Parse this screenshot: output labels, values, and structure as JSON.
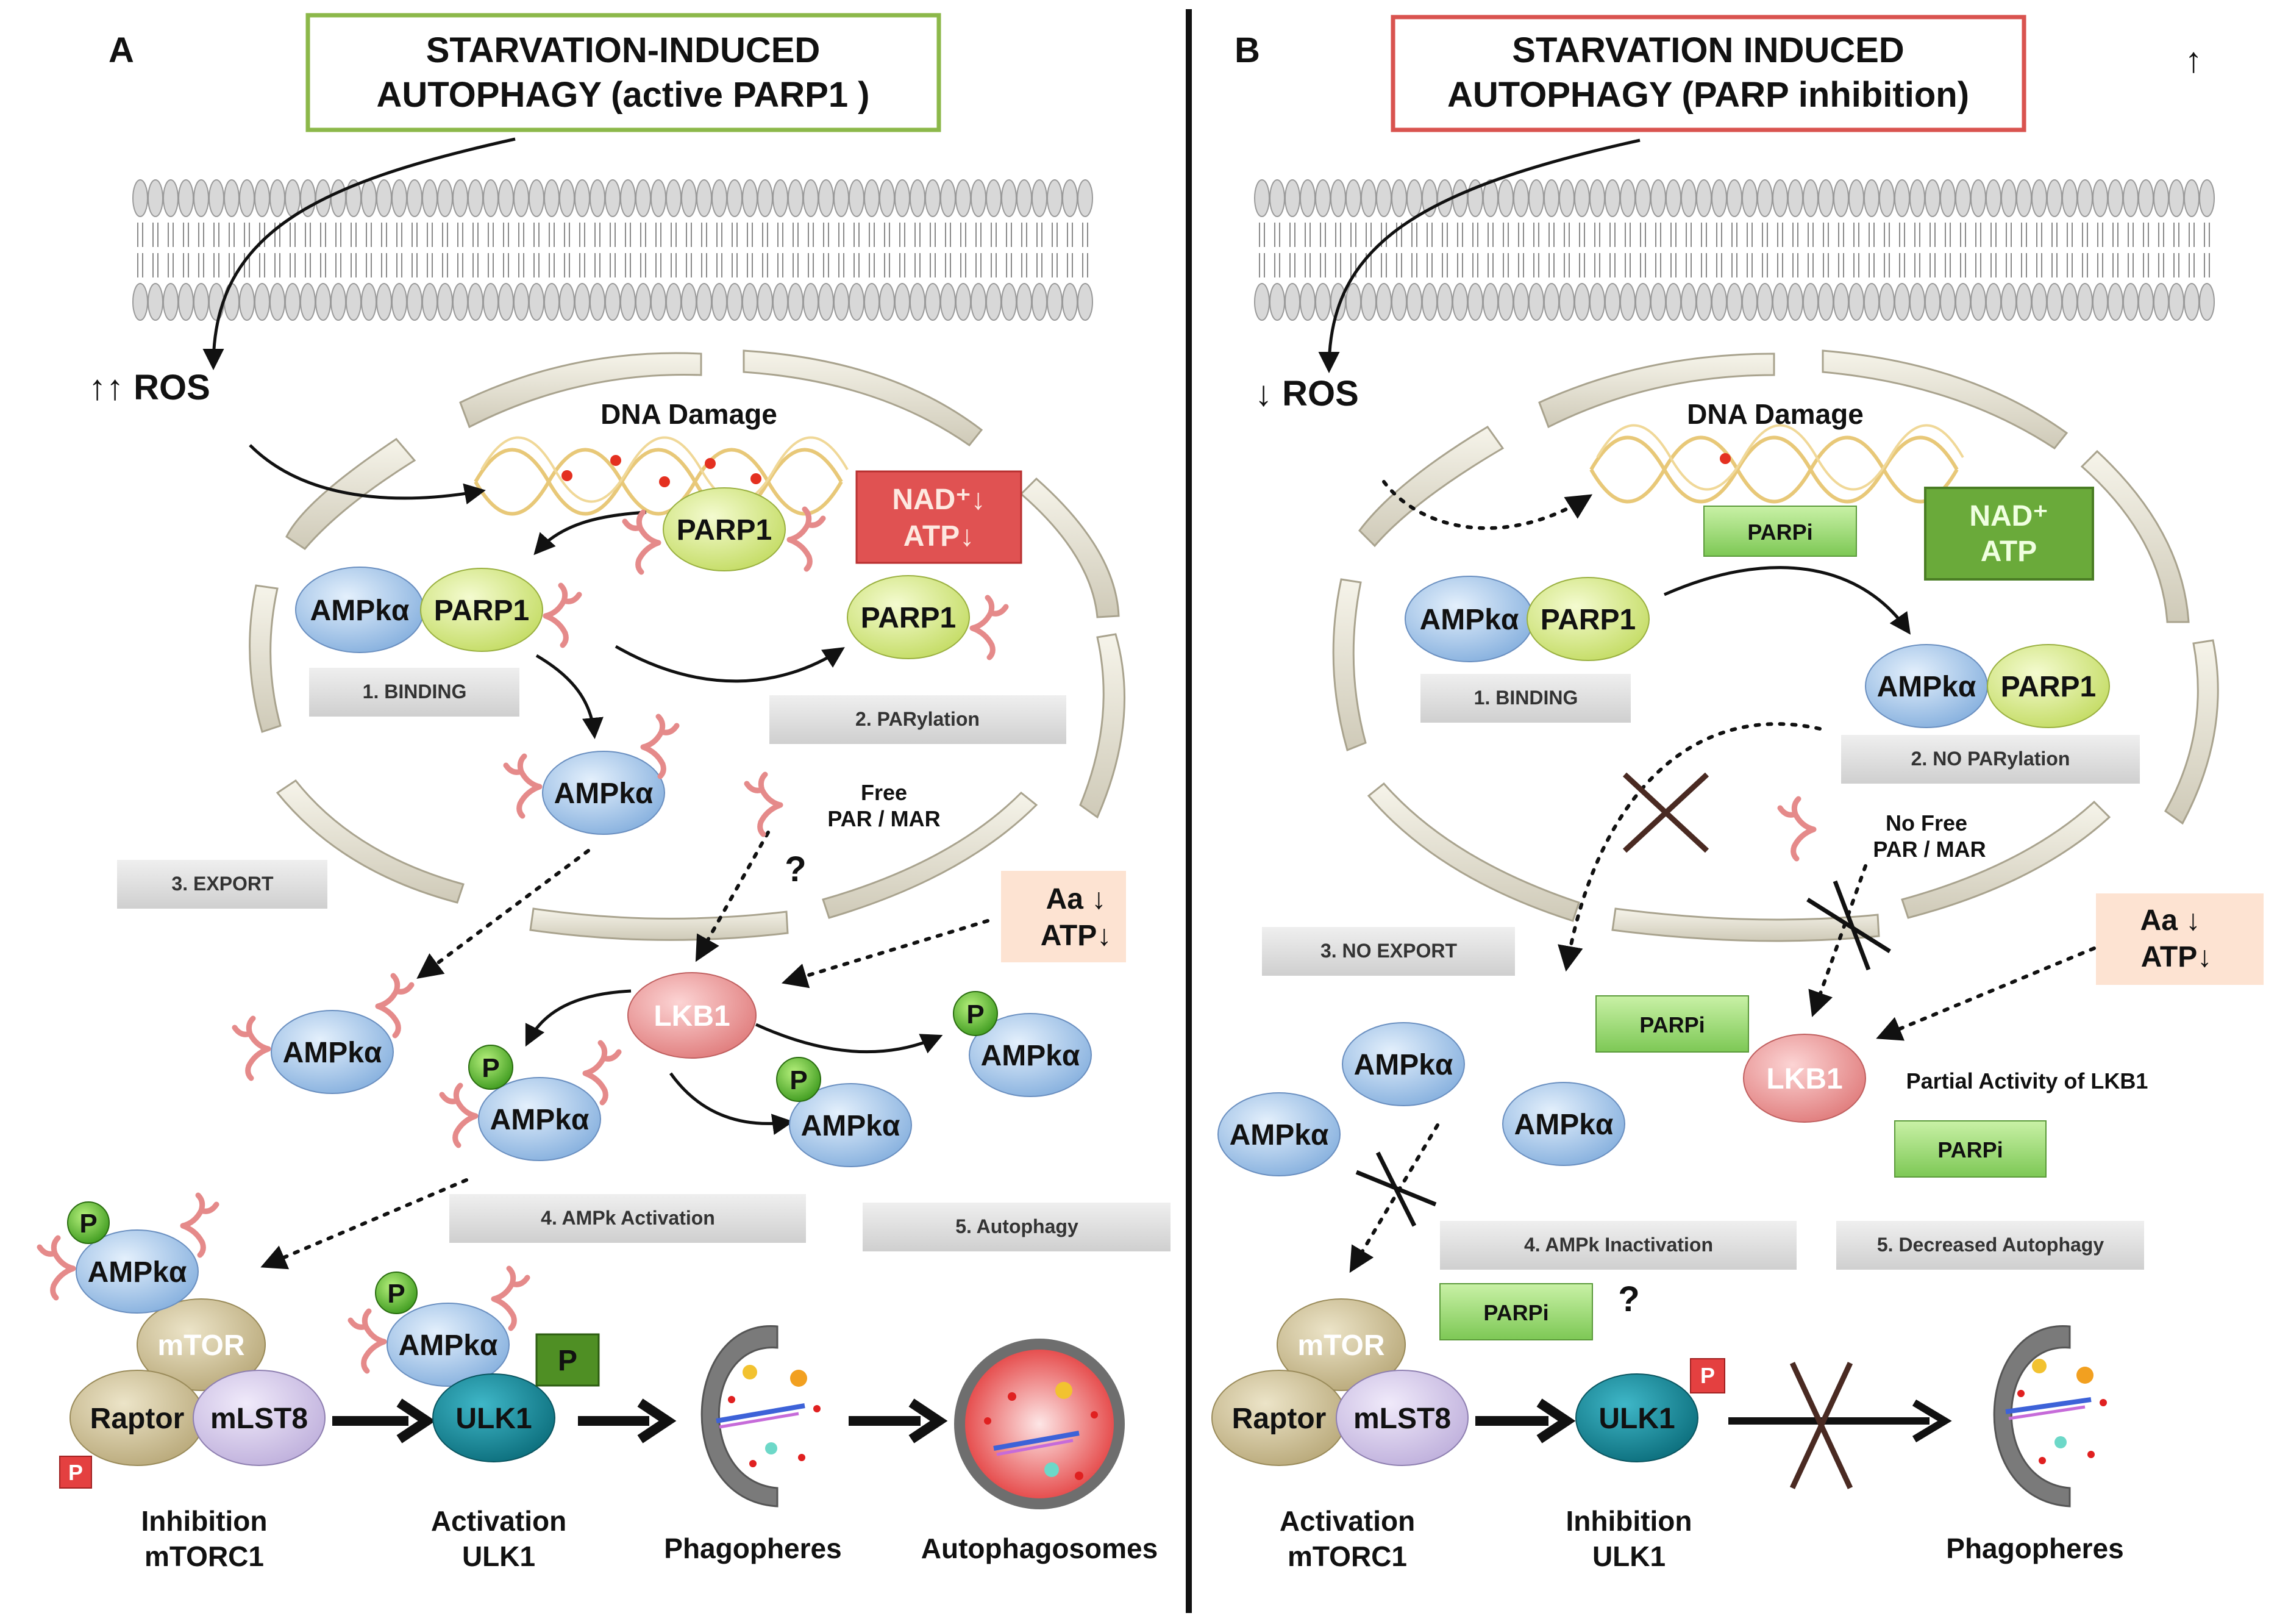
{
  "panels": {
    "a": {
      "letter": "A",
      "title_line1": "STARVATION-INDUCED",
      "title_line2": "AUTOPHAGY (active PARP1 )",
      "ros": "↑↑ ROS",
      "dna_damage": "DNA Damage",
      "nad_line": "NAD⁺↓",
      "atp_line": "ATP↓",
      "steps": [
        "1. BINDING",
        "2. PARylation",
        "3. EXPORT",
        "4. AMPk Activation",
        "5. Autophagy"
      ],
      "free_par_line1": "Free",
      "free_par_line2": "PAR / MAR",
      "question": "?",
      "aa": "Aa ↓",
      "atp": "ATP↓",
      "bottom_labels": [
        "Inhibition",
        "mTORC1",
        "Activation",
        "ULK1",
        "Phagopheres",
        "Autophagosomes"
      ]
    },
    "b": {
      "letter": "B",
      "title_line1": "STARVATION INDUCED",
      "title_line2": "AUTOPHAGY (PARP inhibition)",
      "up_arrow": "↑",
      "ros": "↓ ROS",
      "dna_damage": "DNA Damage",
      "parpi": "PARPi",
      "nad_line": "NAD⁺",
      "atp_line": "ATP",
      "steps": [
        "1. BINDING",
        "2. NO PARylation",
        "3. NO EXPORT",
        "4. AMPk Inactivation",
        "5. Decreased  Autophagy"
      ],
      "no_free_line1": "No Free",
      "no_free_line2": "PAR / MAR",
      "aa": "Aa ↓",
      "atp": "ATP↓",
      "partial": "Partial Activity of LKB1",
      "question": "?",
      "bottom_labels": [
        "Activation",
        "mTORC1",
        "Inhibition",
        "ULK1",
        "Phagopheres"
      ]
    }
  },
  "molecules": {
    "ampk": "AMPkα",
    "parp1": "PARP1",
    "lkb1": "LKB1",
    "mtor": "mTOR",
    "raptor": "Raptor",
    "mlst8": "mLST8",
    "ulk1": "ULK1",
    "p": "P"
  },
  "colors": {
    "title_box_a": "#8cb84a",
    "title_box_b": "#d9534f",
    "ampk": "#a9c8ea",
    "parp1": "#d9eb8c",
    "lkb1": "#f2a6a6",
    "parpi": "#8fd46a",
    "nad_a": "#e05252",
    "nad_b": "#6aaa3a",
    "aa_box": "#fde3d2",
    "ulk1": "#1a8fa0"
  }
}
